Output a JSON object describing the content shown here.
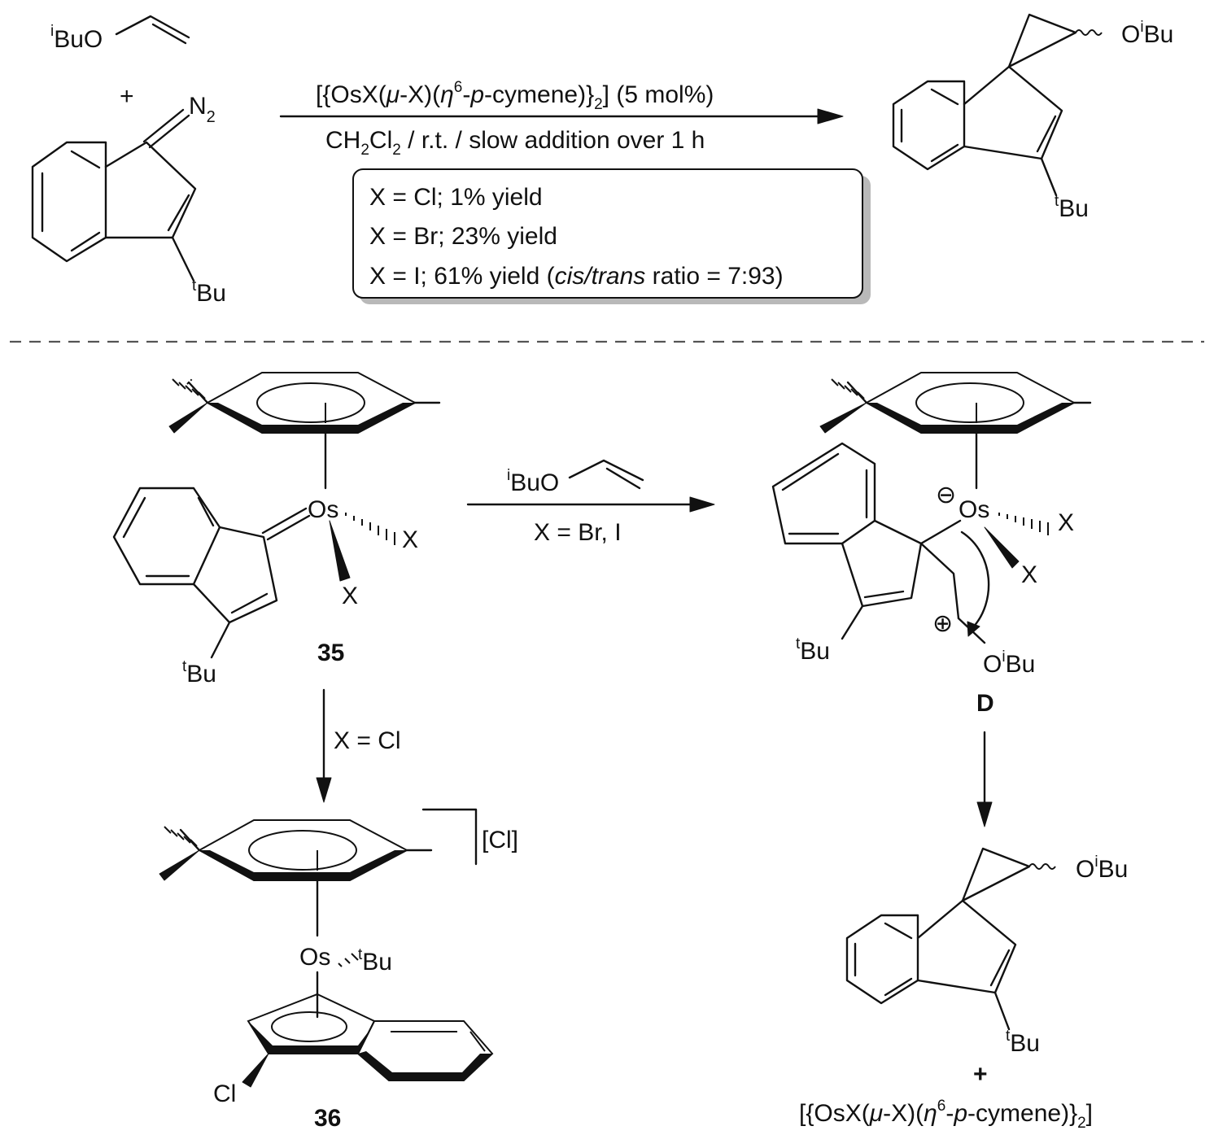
{
  "reagents": {
    "vinyl_ether_prefix": "i",
    "vinyl_ether_label": "BuO",
    "plus_sign": "+",
    "diazo_label": "N",
    "diazo_subscript": "2",
    "tbu_prefix": "t",
    "tbu_label": "Bu"
  },
  "reaction_conditions": {
    "catalyst_a": "[{OsX(",
    "catalyst_mu": "μ",
    "catalyst_b": "-X)(",
    "catalyst_eta": "η",
    "catalyst_sup": "6",
    "catalyst_c": "-",
    "catalyst_p": "p",
    "catalyst_d": "-cymene)}",
    "catalyst_sub": "2",
    "catalyst_e": "] (5 mol%)",
    "solvent_a": "CH",
    "solvent_sub1": "2",
    "solvent_b": "Cl",
    "solvent_sub2": "2",
    "solvent_c": " / r.t. / slow addition over 1 h"
  },
  "yields_box": {
    "row1": "X = Cl; 1% yield",
    "row2": "X = Br; 23% yield",
    "row3_a": "X = I; 61% yield (",
    "row3_italic": "cis/trans",
    "row3_b": " ratio = 7:93)"
  },
  "product": {
    "ether_label": "O",
    "ether_sup": "i",
    "ether_suffix": "Bu",
    "tbu_prefix": "t",
    "tbu_label": "Bu"
  },
  "mechanism": {
    "os_label": "Os",
    "x_label": "X",
    "compound_35": "35",
    "compound_36": "36",
    "compound_D": "D",
    "arrow_top_reagent_prefix": "i",
    "arrow_top_reagent": "BuO",
    "arrow_top_condition": "X = Br, I",
    "arrow_down_condition": "X = Cl",
    "counterion": "[Cl]",
    "cl_label": "Cl",
    "charge_minus": "−",
    "charge_plus": "+",
    "plus_sign": "+",
    "tbu_prefix": "t",
    "tbu_label": "Bu",
    "oibu_o": "O",
    "oibu_sup": "i",
    "oibu_bu": "Bu"
  },
  "byproduct": {
    "catalyst_a": "[{OsX(",
    "catalyst_mu": "μ",
    "catalyst_b": "-X)(",
    "catalyst_eta": "η",
    "catalyst_sup": "6",
    "catalyst_c": "-",
    "catalyst_p": "p",
    "catalyst_d": "-cymene)}",
    "catalyst_sub": "2",
    "catalyst_e": "]"
  }
}
